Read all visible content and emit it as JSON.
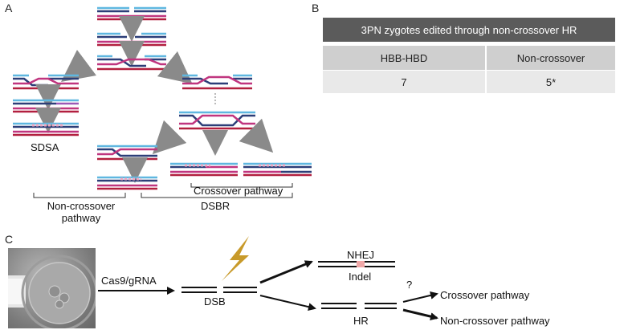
{
  "panel_a": {
    "letter": "A",
    "labels": {
      "sdsa": "SDSA",
      "crossover_pathway": "Crossover pathway",
      "non_crossover_line1": "Non-crossover",
      "non_crossover_line2": "pathway",
      "dsbr": "DSBR"
    },
    "colors": {
      "light_blue": "#5fb7e0",
      "dark_navy": "#2c3e78",
      "magenta": "#c0357f",
      "crimson": "#b21f3f",
      "purple": "#9b59b6",
      "pink_patch": "#f2a9c3"
    }
  },
  "panel_b": {
    "letter": "B",
    "title": "3PN zygotes edited through non-crossover HR",
    "headers": [
      "HBB-HBD",
      "Non-crossover"
    ],
    "row": [
      "7",
      "5*"
    ]
  },
  "panel_c": {
    "letter": "C",
    "arrow_label": "Cas9/gRNA",
    "dsb_label": "DSB",
    "nhej_label": "NHEJ",
    "indel_label": "Indel",
    "hr_label": "HR",
    "question_mark": "?",
    "crossover_label": "Crossover pathway",
    "non_crossover_label": "Non-crossover pathway",
    "colors": {
      "lightning": "#c89a2a",
      "indel_mark": "#f0a8a8"
    }
  }
}
